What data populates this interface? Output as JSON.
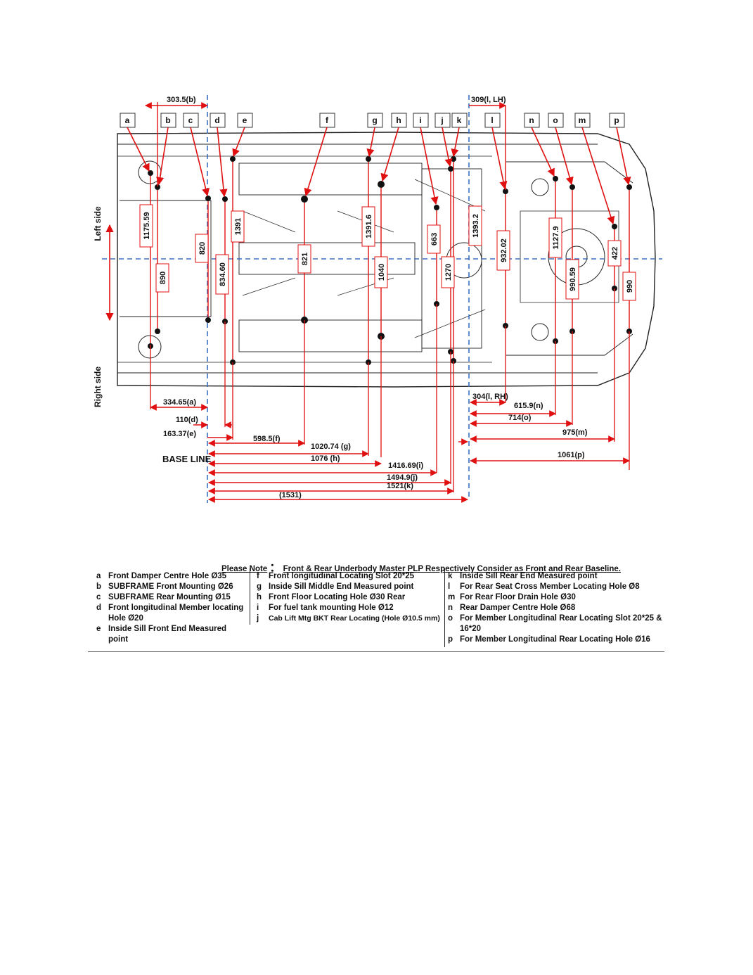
{
  "side_labels": {
    "left": "Left side",
    "right": "Right side"
  },
  "base_line": "BASE LINE",
  "point_labels": [
    {
      "id": "a",
      "text": "a"
    },
    {
      "id": "b",
      "text": "b"
    },
    {
      "id": "c",
      "text": "c"
    },
    {
      "id": "d",
      "text": "d"
    },
    {
      "id": "e",
      "text": "e"
    },
    {
      "id": "f",
      "text": "f"
    },
    {
      "id": "g",
      "text": "g"
    },
    {
      "id": "h",
      "text": "h"
    },
    {
      "id": "i",
      "text": "i"
    },
    {
      "id": "j",
      "text": "j"
    },
    {
      "id": "k",
      "text": "k"
    },
    {
      "id": "l",
      "text": "l"
    },
    {
      "id": "n",
      "text": "n"
    },
    {
      "id": "o",
      "text": "o"
    },
    {
      "id": "m",
      "text": "m"
    },
    {
      "id": "p",
      "text": "p"
    }
  ],
  "top_dimensions": {
    "b": "303.5(b)",
    "l_lh": "309(l, LH)"
  },
  "vertical_dimensions": [
    "1175.59",
    "890",
    "820",
    "834.60",
    "1391",
    "821",
    "1391.6",
    "1040",
    "663",
    "1270",
    "1393.2",
    "932.02",
    "1127.9",
    "990.59",
    "422",
    "990"
  ],
  "front_dimensions": [
    "334.65(a)",
    "110(d)",
    "163.37(e)",
    "598.5(f)",
    "1020.74 (g)",
    "1076 (h)",
    "1416.69(i)",
    "1494.9(j)",
    "1521(k)",
    "(1531)"
  ],
  "rear_dimensions": [
    "304(l, RH)",
    "615.9(n)",
    "714(o)",
    "975(m)",
    "1061(p)"
  ],
  "legend": {
    "note_prefix": "Please Note",
    "note_sep": "：",
    "note_text": "Front & Rear Underbody Master PLP Respectively Consider as Front and Rear Baseline.",
    "col1": [
      {
        "k": "a",
        "t": "Front Damper Centre Hole Ø35"
      },
      {
        "k": "b",
        "t": "SUBFRAME Front Mounting Ø26"
      },
      {
        "k": "c",
        "t": "SUBFRAME Rear Mounting Ø15"
      },
      {
        "k": "d",
        "t": "Front longitudinal Member locating Hole Ø20"
      },
      {
        "k": "e",
        "t": "Inside Sill Front End Measured point"
      }
    ],
    "col2": [
      {
        "k": "f",
        "t": "Front longitudinal Locating Slot 20*25"
      },
      {
        "k": "g",
        "t": "Inside Sill Middle End Measured point"
      },
      {
        "k": "h",
        "t": "Front Floor Locating Hole Ø30 Rear"
      },
      {
        "k": "i",
        "t": "For fuel tank mounting Hole Ø12"
      },
      {
        "k": "j",
        "t": "Cab Lift Mtg BKT Rear Locating (Hole Ø10.5 mm)"
      }
    ],
    "col3": [
      {
        "k": "k",
        "t": "Inside Sill Rear End Measured point"
      },
      {
        "k": "l",
        "t": "For Rear Seat Cross Member Locating Hole Ø8"
      },
      {
        "k": "m",
        "t": "For Rear Floor Drain Hole Ø30"
      },
      {
        "k": "n",
        "t": "Rear Damper Centre Hole  Ø68"
      },
      {
        "k": "o",
        "t": "For Member Longitudinal Rear Locating Slot 20*25 & 16*20"
      },
      {
        "k": "p",
        "t": "For Member Longitudinal Rear Locating Hole Ø16"
      }
    ]
  },
  "colors": {
    "dimension": "#e01010",
    "baseline": "#3a6fc4",
    "outline": "#222222"
  }
}
